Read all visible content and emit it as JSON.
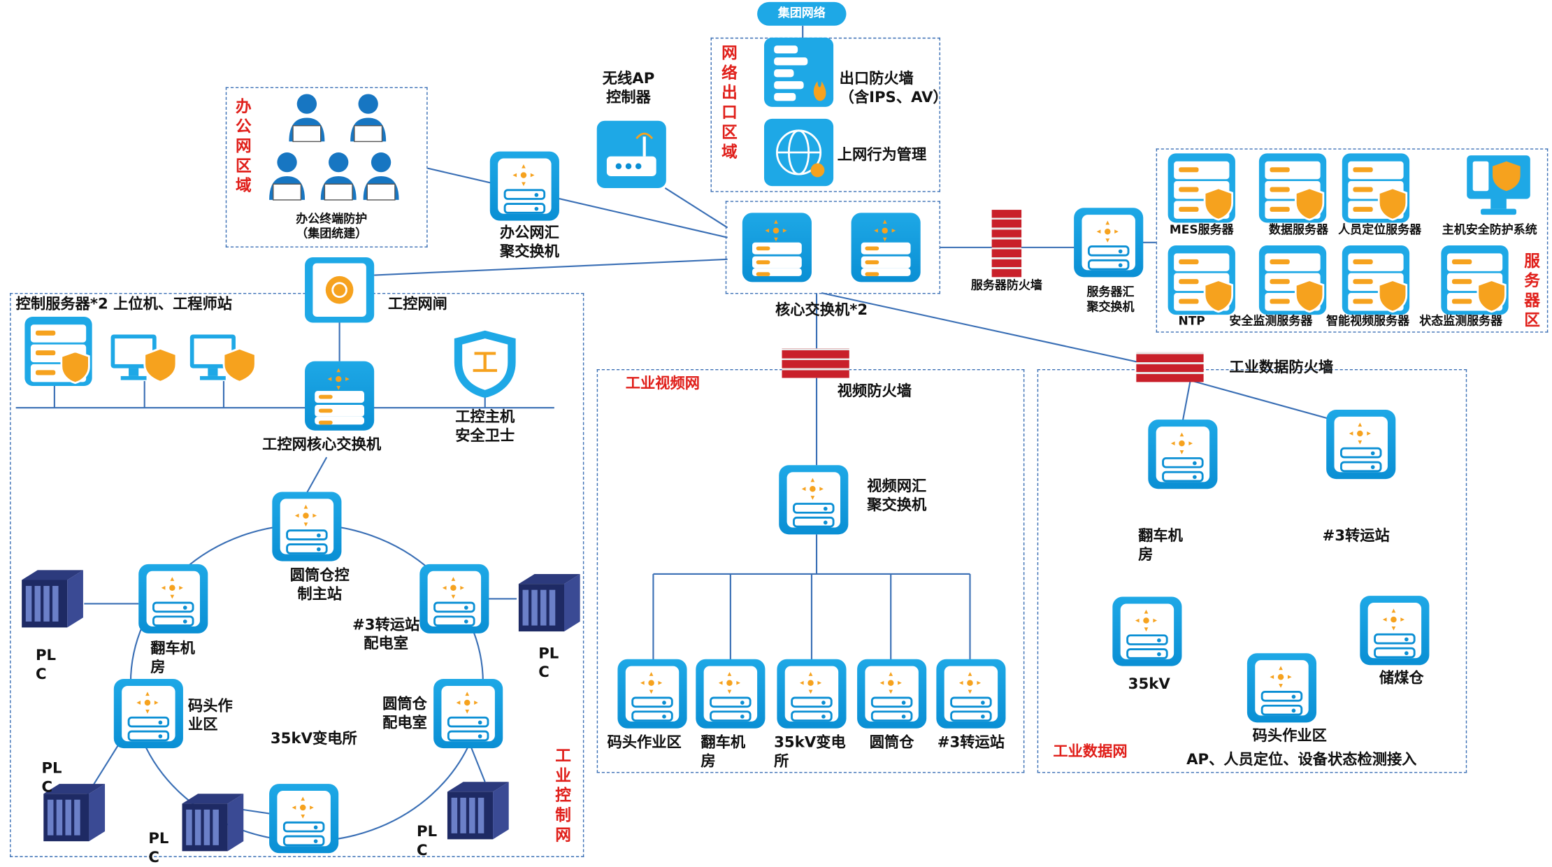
{
  "colors": {
    "accent": "#1ea8e6",
    "zone_border": "#3a6fb5",
    "zone_label": "#e0201b",
    "firewall": "#c9202a",
    "line": "#3a6fb5"
  },
  "top": {
    "cloud": "集团网络"
  },
  "exit_zone": {
    "title": "网络出口区域",
    "firewall": "出口防火墙\n（含IPS、AV）",
    "behavior": "上网行为管理"
  },
  "wireless": {
    "label": "无线AP\n控制器"
  },
  "office": {
    "title": "办公网区域",
    "terminals": "办公终端防护\n（集团统建）",
    "switch": "办公网汇\n聚交换机"
  },
  "core": {
    "label": "核心交换机*2"
  },
  "server_zone": {
    "title": "服务器区",
    "firewall": "服务器防火墙",
    "switch": "服务器汇\n聚交换机",
    "servers": [
      "MES服务器",
      "数据服务器",
      "人员定位服务器",
      "主机安全防护系统",
      "NTP",
      "安全监测服务器",
      "智能视频服务器",
      "状态监测服务器"
    ]
  },
  "ics": {
    "title": "工业控制网",
    "header": "控制服务器*2 上位机、工程师站",
    "gap": "工控网闸",
    "core_switch": "工控网核心交换机",
    "guard": "工控主机\n安全卫士",
    "guard_icon": "工",
    "ring": {
      "top": "圆筒仓控\n制主站",
      "right1": "#3转运站\n配电室",
      "right2": "圆筒仓\n配电室",
      "left1": "翻车机\n房",
      "left2": "码头作\n业区",
      "center": "35kV变电所"
    },
    "plc": [
      "PL\nC",
      "PL\nC",
      "PL\nC",
      "PL\nC",
      "PL\nC"
    ]
  },
  "video": {
    "title": "工业视频网",
    "firewall": "视频防火墙",
    "switch": "视频网汇\n聚交换机",
    "nodes": [
      "码头作业区",
      "翻车机\n房",
      "35kV变电\n所",
      "圆筒仓",
      "#3转运站"
    ]
  },
  "data": {
    "title": "工业数据网",
    "firewall": "工业数据防火墙",
    "nodes": [
      "翻车机\n房",
      "#3转运站",
      "35kV",
      "储煤仓",
      "码头作业区"
    ],
    "note": "AP、人员定位、设备状态检测接入"
  }
}
